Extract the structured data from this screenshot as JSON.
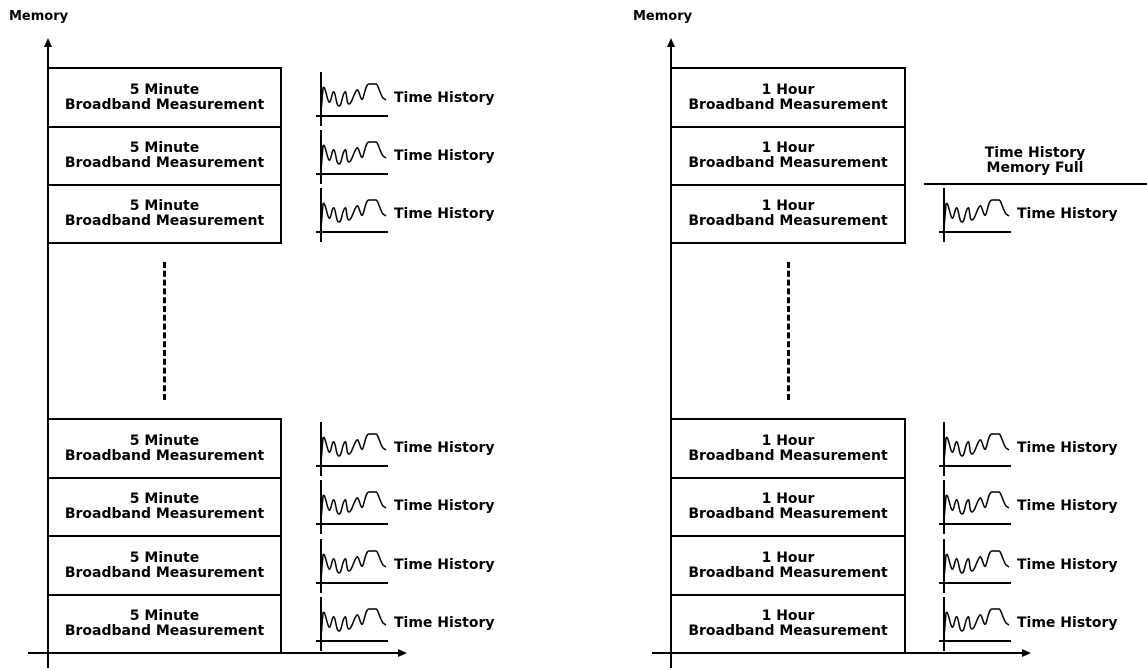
{
  "left_panel": {
    "axis_title": "Memory",
    "top_boxes": [
      {
        "line1": "5 Minute",
        "line2": "Broadband Measurement"
      },
      {
        "line1": "5 Minute",
        "line2": "Broadband Measurement"
      },
      {
        "line1": "5 Minute",
        "line2": "Broadband Measurement"
      }
    ],
    "bottom_boxes": [
      {
        "line1": "5 Minute",
        "line2": "Broadband Measurement"
      },
      {
        "line1": "5 Minute",
        "line2": "Broadband Measurement"
      },
      {
        "line1": "5 Minute",
        "line2": "Broadband Measurement"
      },
      {
        "line1": "5 Minute",
        "line2": "Broadband Measurement"
      }
    ],
    "top_histories": [
      "Time History",
      "Time History",
      "Time History"
    ],
    "bottom_histories": [
      "Time History",
      "Time History",
      "Time History",
      "Time History"
    ]
  },
  "right_panel": {
    "axis_title": "Memory",
    "top_boxes": [
      {
        "line1": "1 Hour",
        "line2": "Broadband Measurement"
      },
      {
        "line1": "1 Hour",
        "line2": "Broadband Measurement"
      },
      {
        "line1": "1 Hour",
        "line2": "Broadband Measurement"
      }
    ],
    "bottom_boxes": [
      {
        "line1": "1 Hour",
        "line2": "Broadband Measurement"
      },
      {
        "line1": "1 Hour",
        "line2": "Broadband Measurement"
      },
      {
        "line1": "1 Hour",
        "line2": "Broadband Measurement"
      },
      {
        "line1": "1 Hour",
        "line2": "Broadband Measurement"
      }
    ],
    "memory_full": {
      "line1": "Time History",
      "line2": "Memory Full"
    },
    "top_histories": [
      "Time History"
    ],
    "bottom_histories": [
      "Time History",
      "Time History",
      "Time History",
      "Time History"
    ]
  }
}
